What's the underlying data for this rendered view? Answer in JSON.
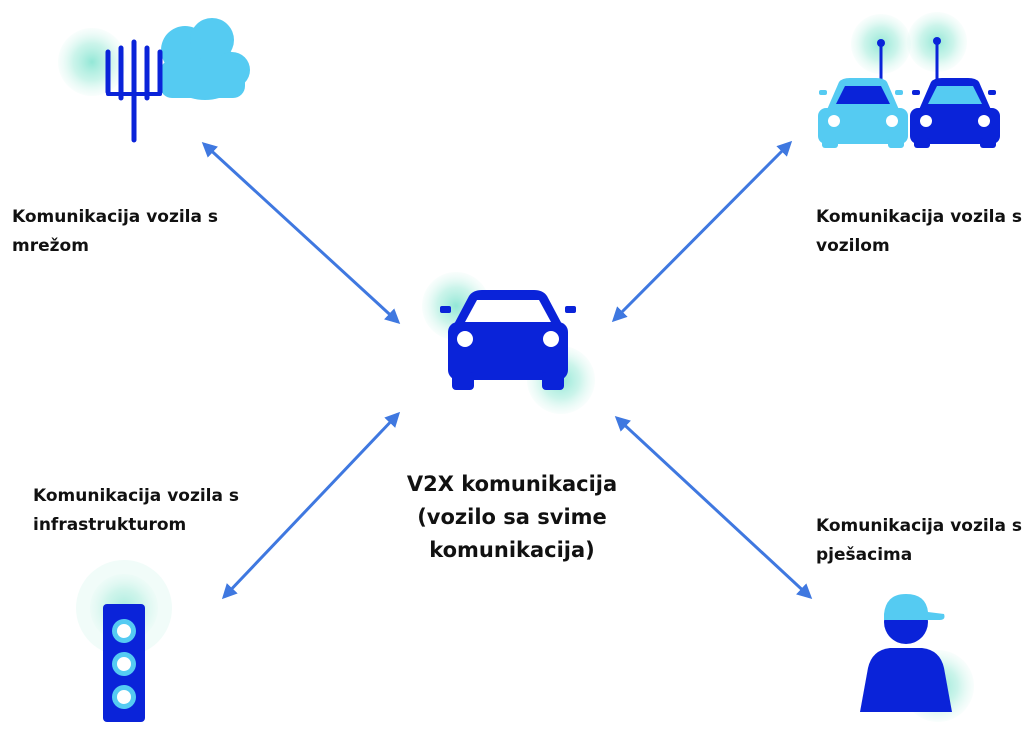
{
  "center": {
    "lines": [
      "V2X komunikacija",
      "(vozilo sa svime",
      "komunikacija)"
    ]
  },
  "nodes": {
    "network": {
      "lines": [
        "Komunikacija vozila s",
        "mrežom"
      ]
    },
    "vehicle": {
      "lines": [
        "Komunikacija vozila s",
        "vozilom"
      ]
    },
    "infrastructure": {
      "lines": [
        "Komunikacija vozila s",
        "infrastrukturom"
      ]
    },
    "pedestrian": {
      "lines": [
        "Komunikacija vozila s",
        "pješacima"
      ]
    }
  },
  "colors": {
    "primary": "#0a23d9",
    "light": "#55cbf2",
    "halo": "#a9eddd",
    "arrow": "#3f78e0"
  }
}
